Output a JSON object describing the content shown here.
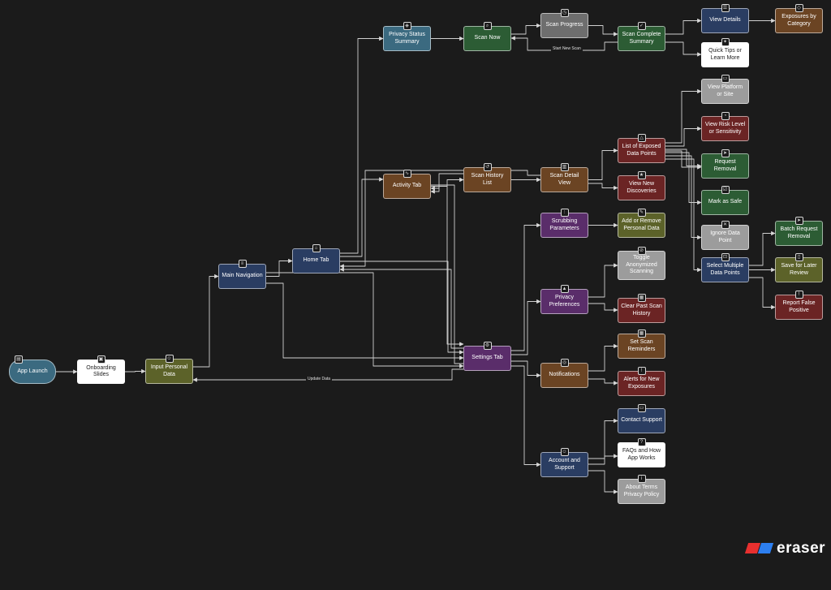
{
  "diagram": {
    "nodes": [
      {
        "id": "app_launch",
        "label": "App Launch",
        "color": "teal",
        "icon": "document-icon",
        "shape": "pill"
      },
      {
        "id": "onboarding",
        "label": "Onboarding Slides",
        "color": "white",
        "icon": "image-icon"
      },
      {
        "id": "input_data",
        "label": "Input Personal Data",
        "color": "olive",
        "icon": "user-icon"
      },
      {
        "id": "main_nav",
        "label": "Main Navigation",
        "color": "navy",
        "icon": "menu-icon"
      },
      {
        "id": "home_tab",
        "label": "Home Tab",
        "color": "navy",
        "icon": "home-icon"
      },
      {
        "id": "privacy_status",
        "label": "Privacy Status Summary",
        "color": "teal",
        "icon": "shield-icon"
      },
      {
        "id": "scan_now",
        "label": "Scan Now",
        "color": "green",
        "icon": "search-icon"
      },
      {
        "id": "scan_progress",
        "label": "Scan Progress",
        "color": "grey",
        "icon": "clock-icon"
      },
      {
        "id": "scan_complete",
        "label": "Scan Complete Summary",
        "color": "green",
        "icon": "check-icon"
      },
      {
        "id": "view_details",
        "label": "View Details",
        "color": "navy",
        "icon": "list-icon"
      },
      {
        "id": "exposures_cat",
        "label": "Exposures by Category",
        "color": "brown",
        "icon": "layers-icon"
      },
      {
        "id": "quick_tips",
        "label": "Quick Tips or Learn More",
        "color": "white",
        "icon": "lightbulb-icon"
      },
      {
        "id": "activity_tab",
        "label": "Activity Tab",
        "color": "brown",
        "icon": "activity-icon"
      },
      {
        "id": "scan_history",
        "label": "Scan History List",
        "color": "brown",
        "icon": "history-icon"
      },
      {
        "id": "scan_detail",
        "label": "Scan Detail View",
        "color": "brown",
        "icon": "file-icon"
      },
      {
        "id": "list_exposed",
        "label": "List of Exposed Data Points",
        "color": "red",
        "icon": "warning-icon"
      },
      {
        "id": "view_new",
        "label": "View New Discoveries",
        "color": "red",
        "icon": "star-icon"
      },
      {
        "id": "view_platform",
        "label": "View Platform or Site",
        "color": "lgrey",
        "icon": "browser-icon"
      },
      {
        "id": "view_risk",
        "label": "View Risk Level or Sensitivity",
        "color": "red",
        "icon": "gauge-icon"
      },
      {
        "id": "request_removal",
        "label": "Request Removal",
        "color": "green",
        "icon": "send-icon"
      },
      {
        "id": "mark_safe",
        "label": "Mark as Safe",
        "color": "green",
        "icon": "checkbox-icon"
      },
      {
        "id": "ignore",
        "label": "Ignore Data Point",
        "color": "lgrey",
        "icon": "close-icon"
      },
      {
        "id": "select_multiple",
        "label": "Select Multiple Data Points",
        "color": "navy",
        "icon": "select-icon"
      },
      {
        "id": "batch_removal",
        "label": "Batch Request Removal",
        "color": "green",
        "icon": "send-icon"
      },
      {
        "id": "save_later",
        "label": "Save for Later Review",
        "color": "olive",
        "icon": "bookmark-icon"
      },
      {
        "id": "report_false",
        "label": "Report False Positive",
        "color": "red",
        "icon": "alert-icon"
      },
      {
        "id": "settings_tab",
        "label": "Settings Tab",
        "color": "purple",
        "icon": "gear-icon"
      },
      {
        "id": "scrubbing",
        "label": "Scrubbing Parameters",
        "color": "purple",
        "icon": "sliders-icon"
      },
      {
        "id": "add_remove",
        "label": "Add or Remove Personal Data",
        "color": "olive",
        "icon": "user-edit-icon"
      },
      {
        "id": "privacy_prefs",
        "label": "Privacy Preferences",
        "color": "purple",
        "icon": "lock-icon"
      },
      {
        "id": "toggle_anon",
        "label": "Toggle Anonymized Scanning",
        "color": "lgrey",
        "icon": "eye-off-icon"
      },
      {
        "id": "clear_history",
        "label": "Clear Past Scan History",
        "color": "red",
        "icon": "trash-icon"
      },
      {
        "id": "notifications",
        "label": "Notifications",
        "color": "brown",
        "icon": "bell-icon"
      },
      {
        "id": "set_reminders",
        "label": "Set Scan Reminders",
        "color": "brown",
        "icon": "calendar-icon"
      },
      {
        "id": "alerts_new",
        "label": "Alerts for New Exposures",
        "color": "red",
        "icon": "alert-icon"
      },
      {
        "id": "account_support",
        "label": "Account and Support",
        "color": "navy",
        "icon": "user-icon"
      },
      {
        "id": "contact_support",
        "label": "Contact Support",
        "color": "navy",
        "icon": "chat-icon"
      },
      {
        "id": "faqs",
        "label": "FAQs and How App Works",
        "color": "white",
        "icon": "help-icon"
      },
      {
        "id": "about",
        "label": "About Terms Privacy Policy",
        "color": "lgrey",
        "icon": "info-icon"
      }
    ],
    "edge_labels": {
      "start_new_scan": "Start New Scan",
      "update_data": "Update Data"
    }
  },
  "brand": {
    "name": "eraser",
    "red": "#e8302f",
    "blue": "#2d7ff0"
  },
  "colors": {
    "teal": "#3b6a80",
    "white": "#ffffff",
    "olive": "#5c6229",
    "navy": "#2a3d62",
    "brown": "#6b4423",
    "green": "#2c5c34",
    "grey": "#6e6e6e",
    "lgrey": "#9c9c9c",
    "red": "#6b2424",
    "purple": "#5a2d6a"
  }
}
